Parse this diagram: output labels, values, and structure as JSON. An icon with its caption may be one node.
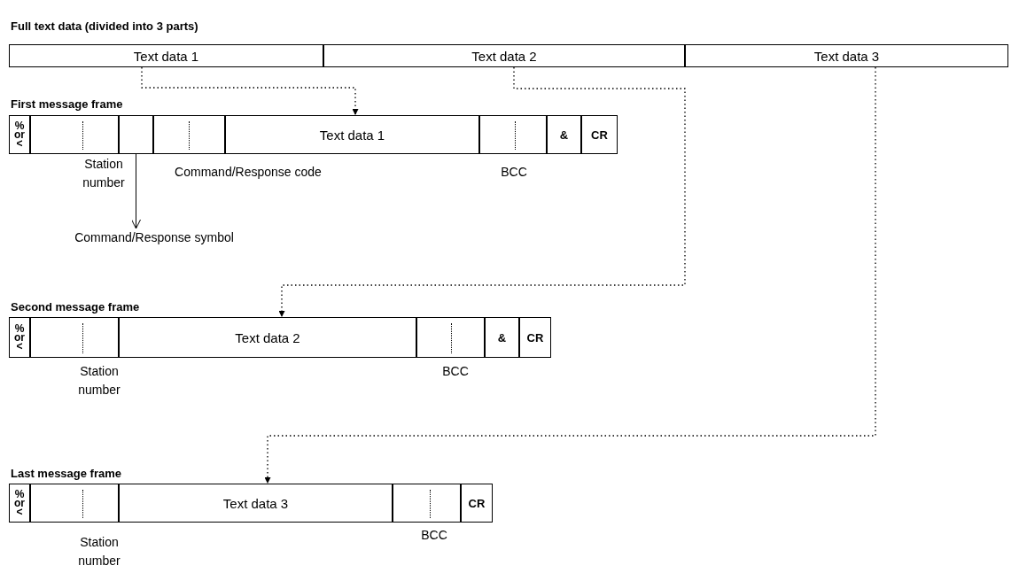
{
  "diagram": {
    "nodes": [
      {
        "text": [
          "Full text data (divided into 3 parts)"
        ]
      },
      {
        "text": [
          "Text data 1"
        ],
        "in": 0
      },
      {
        "text": [
          "Text data 2"
        ],
        "in": 0
      },
      {
        "text": [
          "Text data 3"
        ],
        "in": 0
      },
      {
        "text": [
          "First message frame"
        ]
      },
      {
        "text": [
          "% or <"
        ],
        "in": 4
      },
      {
        "text": [],
        "shape": "box",
        "in": 4
      },
      {
        "text": [],
        "shape": "box",
        "in": 4
      },
      {
        "text": [],
        "shape": "box",
        "in": 4
      },
      {
        "text": [
          "Text data 1"
        ],
        "in": 4
      },
      {
        "text": [],
        "shape": "box",
        "in": 4
      },
      {
        "text": [
          "&"
        ],
        "in": 4
      },
      {
        "text": [
          "CR"
        ],
        "in": 4
      },
      {
        "text": [
          "Command/Response symbol"
        ]
      },
      {
        "text": [
          "Second message frame"
        ]
      },
      {
        "text": [
          "% or <"
        ],
        "in": 14
      },
      {
        "text": [],
        "shape": "box",
        "in": 14
      },
      {
        "text": [
          "Text data 2"
        ],
        "in": 14
      },
      {
        "text": [],
        "shape": "box",
        "in": 14
      },
      {
        "text": [
          "&"
        ],
        "in": 14
      },
      {
        "text": [
          "CR"
        ],
        "in": 14
      },
      {
        "text": [
          "Last message frame"
        ]
      },
      {
        "text": [
          "% or <"
        ],
        "in": 21
      },
      {
        "text": [],
        "shape": "box",
        "in": 21
      },
      {
        "text": [
          "Text data 3"
        ],
        "in": 21
      },
      {
        "text": [],
        "shape": "box",
        "in": 21
      },
      {
        "text": [
          "CR"
        ],
        "in": 21
      }
    ],
    "edges": [
      {
        "from": 1,
        "to": 9,
        "arrow": "to",
        "style": "dashed"
      },
      {
        "from": 2,
        "to": 17,
        "arrow": "to",
        "style": "dashed"
      },
      {
        "from": 3,
        "to": 24,
        "arrow": "to",
        "style": "dashed"
      },
      {
        "from": 7,
        "to": 13,
        "arrow": "to"
      }
    ],
    "labels": [
      "Station number",
      "Command/Response code",
      "BCC",
      "Station number",
      "BCC",
      "Station number",
      "BCC"
    ]
  }
}
